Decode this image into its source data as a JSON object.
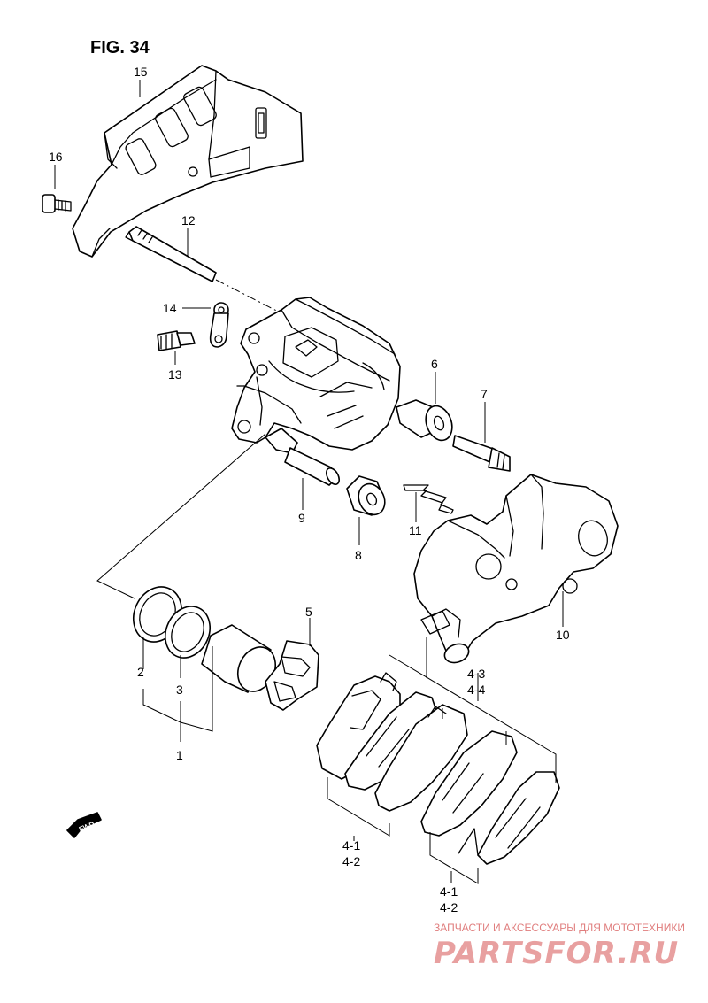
{
  "figure": {
    "title": "FIG. 34",
    "callouts": [
      "1",
      "2",
      "3",
      "4-1",
      "4-2",
      "4-3",
      "4-4",
      "4-1",
      "4-2",
      "5",
      "6",
      "7",
      "8",
      "9",
      "10",
      "11",
      "12",
      "13",
      "14",
      "15",
      "16"
    ],
    "fwd_label": "FWD"
  },
  "watermark": {
    "tagline": "ЗАПЧАСТИ И АКСЕССУАРЫ ДЛЯ МОТОТЕХНИКИ",
    "brand": "PARTSFOR.RU"
  },
  "colors": {
    "line": "#000000",
    "background": "#ffffff",
    "watermark": "#e8a0a0"
  }
}
